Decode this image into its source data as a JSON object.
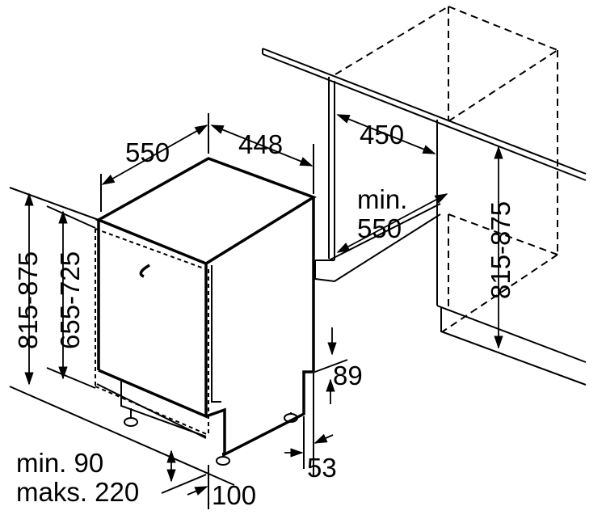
{
  "dimensions": {
    "appliance_depth": "550",
    "appliance_width": "448",
    "niche_width": "450",
    "niche_depth_prefix": "min.",
    "niche_depth_value": "550",
    "niche_height": "815-875",
    "total_height": "815-875",
    "door_height": "655-725",
    "toe_kick_height": "89",
    "toe_kick_depth": "53",
    "plinth_min_label": "min. 90",
    "plinth_max_label": "maks. 220",
    "foot_offset": "100"
  }
}
